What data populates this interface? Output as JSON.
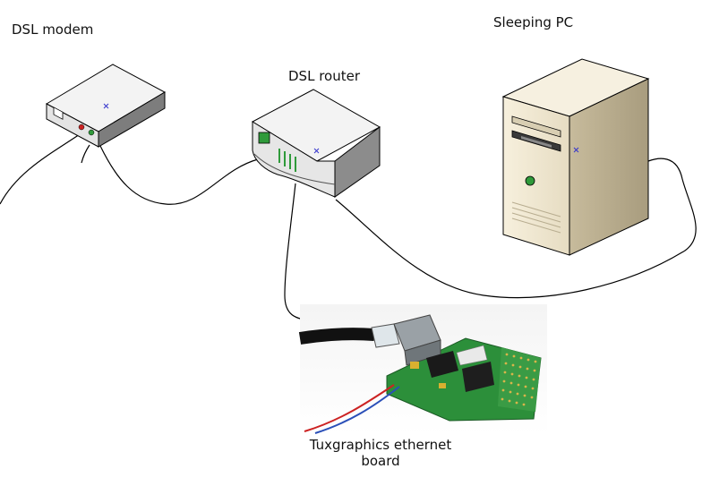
{
  "labels": {
    "modem": "DSL modem",
    "router": "DSL router",
    "pc": "Sleeping PC",
    "board_line1": "Tuxgraphics ethernet",
    "board_line2": "board"
  },
  "colors": {
    "device_light": "#f2f2f2",
    "device_shadow": "#9a9a9a",
    "pc_beige": "#efe6cf",
    "pcb_green": "#2c8f3a",
    "cable": "#000000",
    "led_green": "#2f9a3a",
    "led_red": "#cc2222",
    "center_mark": "#3333cc"
  },
  "icons": [
    "modem-icon",
    "router-icon",
    "pc-tower-icon",
    "ethernet-board-photo"
  ]
}
